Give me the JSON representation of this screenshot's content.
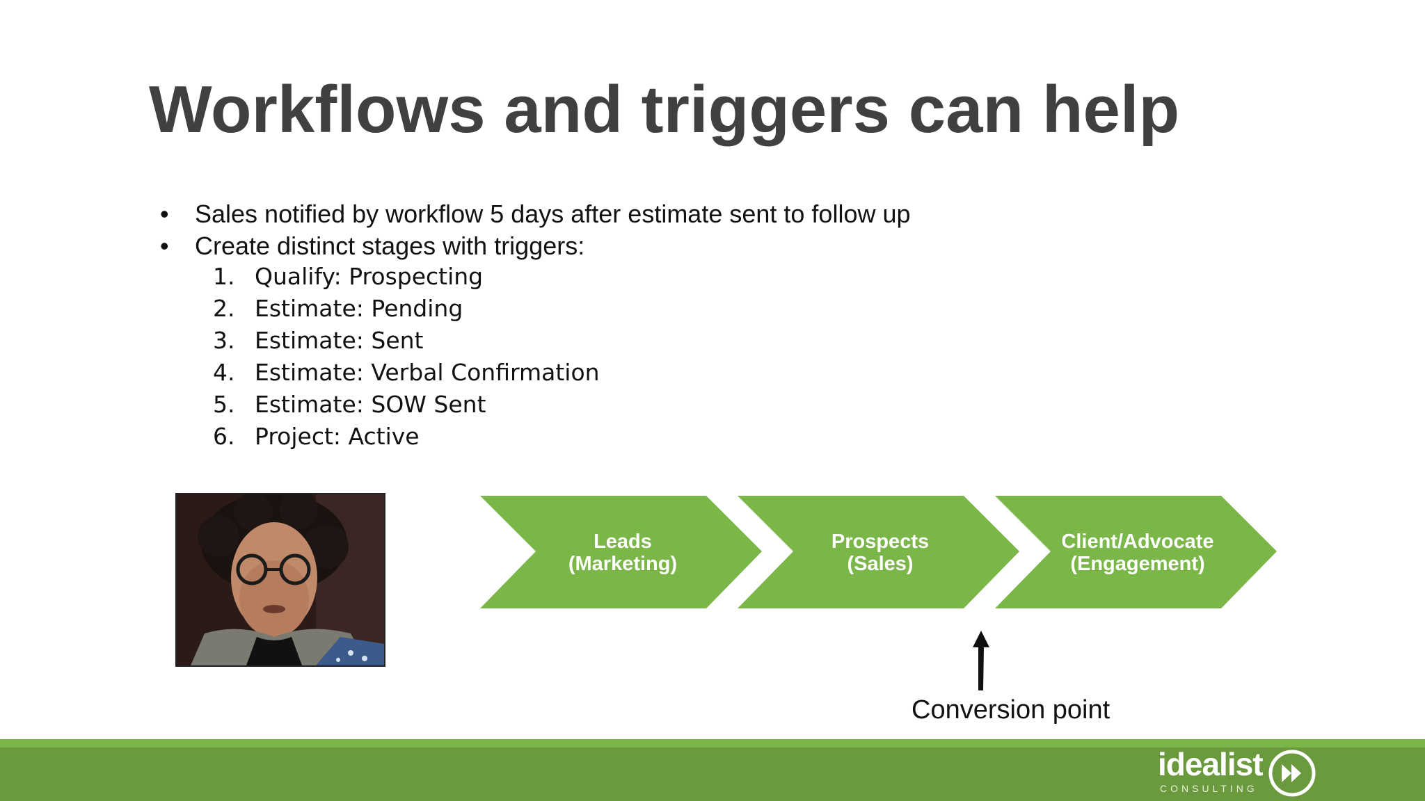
{
  "slide": {
    "title": "Workflows and triggers can help",
    "bullets": [
      "Sales notified by workflow 5 days after estimate sent to follow up",
      "Create distinct stages with triggers:"
    ],
    "bullet_glyph": "•",
    "steps": [
      {
        "num": "1.",
        "text": "Qualify: Prospecting"
      },
      {
        "num": "2.",
        "text": "Estimate: Pending"
      },
      {
        "num": "3.",
        "text": "Estimate: Sent"
      },
      {
        "num": "4.",
        "text": "Estimate: Verbal Confirmation"
      },
      {
        "num": "5.",
        "text": "Estimate: SOW Sent"
      },
      {
        "num": "6.",
        "text": "Project: Active"
      }
    ]
  },
  "funnel": {
    "color": "#7ab648",
    "stages": [
      {
        "line1": "Leads",
        "line2": "(Marketing)"
      },
      {
        "line1": "Prospects",
        "line2": "(Sales)"
      },
      {
        "line1": "Client/Advocate",
        "line2": "(Engagement)"
      }
    ],
    "conversion_label": "Conversion point"
  },
  "photo": {
    "description_icon": "person-photo"
  },
  "footer": {
    "accent_color": "#7ab648",
    "bar_color": "#6b9a3e",
    "logo_text": "idealist",
    "logo_subtext": "CONSULTING"
  }
}
